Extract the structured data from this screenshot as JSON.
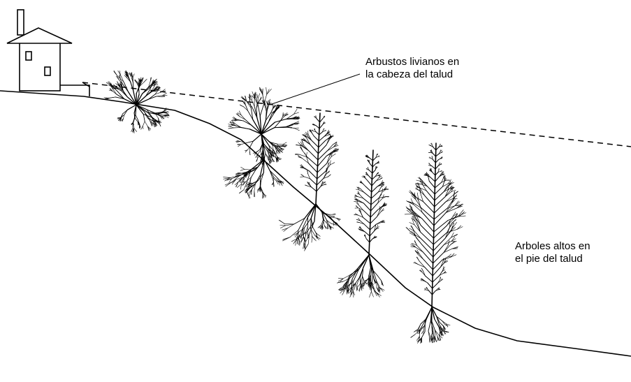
{
  "labels": {
    "shrubs_line1": "Arbustos livianos en",
    "shrubs_line2": "la cabeza del talud",
    "trees_line1": "Arboles altos en",
    "trees_line2": "el pie del talud"
  },
  "colors": {
    "ink": "#000000",
    "background": "#ffffff"
  },
  "icons": [
    "house-icon",
    "shrub-icon",
    "tree-icon",
    "root-system-icon"
  ]
}
